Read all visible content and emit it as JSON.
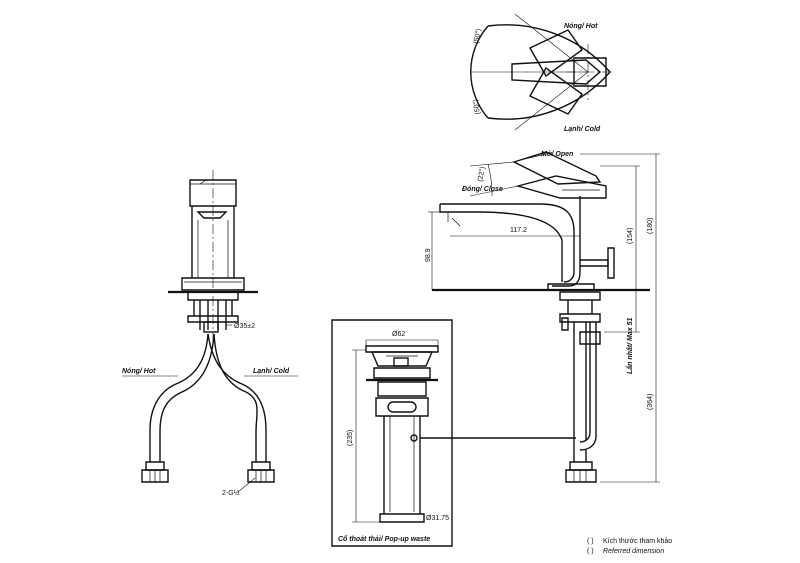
{
  "top_view": {
    "label_hot": "Nóng/ Hot",
    "label_cold": "Lạnh/ Cold",
    "angle_hot": "(50°)",
    "angle_cold": "(50°)"
  },
  "side_view": {
    "label_open": "Mở/ Open",
    "label_close": "Đóng/ Close",
    "angle_open": "(22°)",
    "spout_reach": "117.2",
    "spout_height": "98.9",
    "height_154": "(154)",
    "height_180": "(180)",
    "height_364": "(364)",
    "max_thickness": "Lắn nhất/ Max 51"
  },
  "front_view": {
    "label_hot": "Nóng/ Hot",
    "label_cold": "Lạnh/ Cold",
    "hole_dia": "Ø35±2",
    "thread": "2-G½"
  },
  "popup_waste": {
    "top_dia": "Ø62",
    "length": "(235)",
    "bottom_dia": "Ø31.75",
    "caption": "Cổ thoát thải/ Pop-up waste"
  },
  "notes": {
    "legend_paren": "( )",
    "legend_vi": "Kích thước tham khảo",
    "legend_en": "Referred dimension"
  }
}
